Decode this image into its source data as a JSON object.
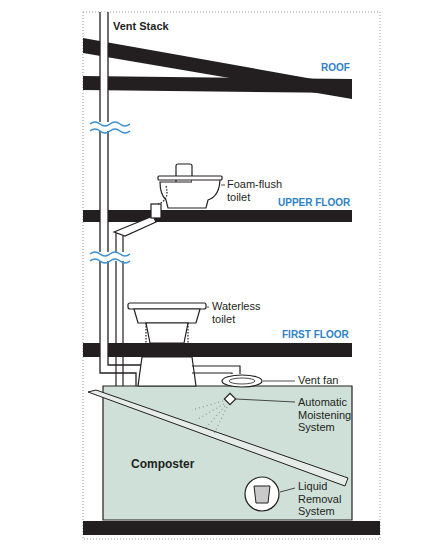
{
  "diagram": {
    "nodes": [
      {
        "text": [
          "Composter"
        ]
      }
    ],
    "labels": [
      "Vent Stack",
      "ROOF",
      "Foam-flush toilet",
      "UPPER FLOOR",
      "Waterless toilet",
      "FIRST FLOOR",
      "Vent fan",
      "Automatic Moistening System",
      "Liquid Removal System"
    ]
  }
}
